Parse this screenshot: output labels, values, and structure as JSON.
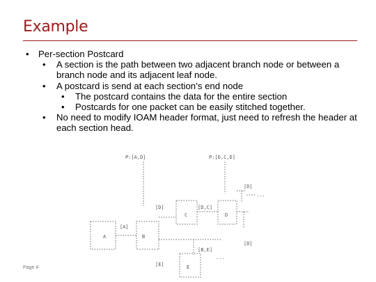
{
  "slide": {
    "title": "Example",
    "bullets": [
      {
        "level": 1,
        "text": "Per-section Postcard"
      },
      {
        "level": 2,
        "text": "A section is the path between two adjacent branch node or between a branch node and its adjacent leaf node."
      },
      {
        "level": 2,
        "text": "A postcard is send at each section’s end node"
      },
      {
        "level": 3,
        "text": "The postcard contains the data for the entire section"
      },
      {
        "level": 3,
        "text": "Postcards for one packet can be easily stitched together."
      },
      {
        "level": 2,
        "text": "No need to modify IOAM header format, just need to refresh the header at each section head."
      }
    ],
    "page_label": "Page 4"
  },
  "diagram": {
    "labels": {
      "p1": "P:[A,D]",
      "p2": "P:[D,C,D]",
      "d_top": "[D]",
      "d_mid": "[D]",
      "dc": "[D,C]",
      "a_tag": "[A]",
      "d_bot": "[D]",
      "be": "[B,E]",
      "e_tag": "[E]",
      "node_a": "A",
      "node_b": "B",
      "node_c": "C",
      "node_d": "D",
      "node_e": "E",
      "dots": "..."
    }
  }
}
